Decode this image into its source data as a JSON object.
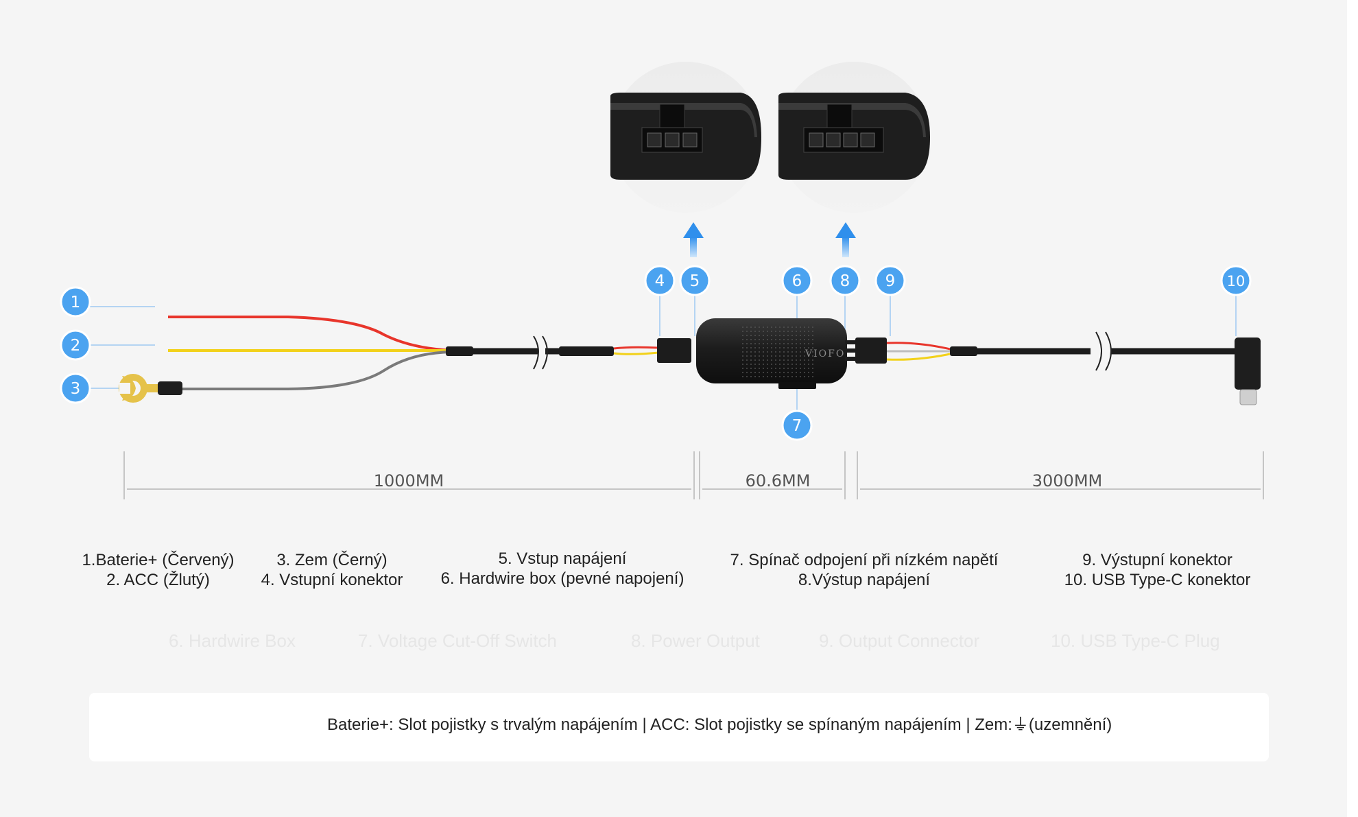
{
  "callouts": [
    "1",
    "2",
    "3",
    "4",
    "5",
    "6",
    "7",
    "8",
    "9",
    "10"
  ],
  "dimensions": {
    "seg1": "1000MM",
    "seg2": "60.6MM",
    "seg3": "3000MM"
  },
  "device_logo": "VIOFO",
  "legend": {
    "col1": [
      "1.Baterie+ (Červený)",
      "2. ACC (Žlutý)"
    ],
    "col2": [
      "3. Zem (Černý)",
      "4. Vstupní konektor"
    ],
    "col3": [
      "5. Vstup napájení",
      "6. Hardwire box (pevné napojení)"
    ],
    "col4": [
      "7. Spínač odpojení při nízkém napětí",
      "8.Výstup napájení"
    ],
    "col5": [
      "9. Výstupní konektor",
      "10. USB Type-C konektor"
    ]
  },
  "ghost_labels": [
    "6. Hardwire Box",
    "7. Voltage Cut-Off Switch",
    "8. Power Output",
    "9. Output Connector",
    "10. USB Type-C Plug"
  ],
  "note": "Baterie+: Slot pojistky s trvalým napájením | ACC: Slot pojistky se spínaným napájením | Zem:⏚(uzemnění)",
  "colors": {
    "callout_fill": "#4ba3f0",
    "wire_red": "#e8352b",
    "wire_yellow": "#f2d11a",
    "wire_gray": "#7a7a7a",
    "cable_black": "#1c1c1c",
    "arrow_blue": "#3d96ee",
    "dim_line": "#b5b5b5"
  }
}
